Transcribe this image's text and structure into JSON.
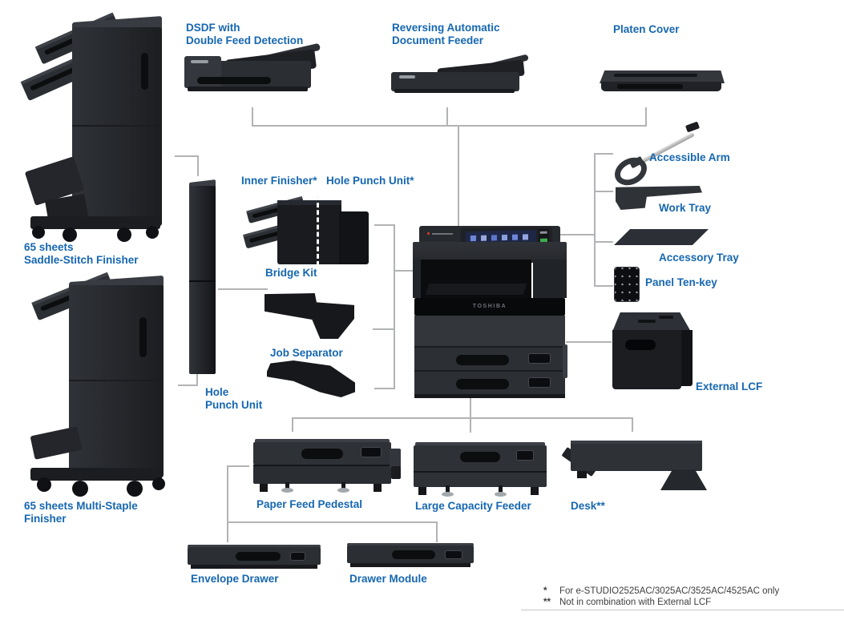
{
  "labels": {
    "dsdf": "DSDF with\nDouble Feed Detection",
    "radf": "Reversing Automatic\nDocument Feeder",
    "platen_cover": "Platen Cover",
    "saddle_stitch_finisher": "65 sheets\nSaddle-Stitch Finisher",
    "inner_finisher": "Inner Finisher*",
    "hole_punch_unit_star": "Hole Punch Unit*",
    "bridge_kit": "Bridge Kit",
    "job_separator": "Job Separator",
    "hole_punch_unit": "Hole\nPunch Unit",
    "multi_staple_finisher": "65 sheets Multi-Staple\nFinisher",
    "accessible_arm": "Accessible Arm",
    "work_tray": "Work Tray",
    "accessory_tray": "Accessory Tray",
    "panel_ten_key": "Panel Ten-key",
    "external_lcf": "External LCF",
    "paper_feed_pedestal": "Paper Feed Pedestal",
    "large_capacity_feeder": "Large Capacity Feeder",
    "desk": "Desk**",
    "envelope_drawer": "Envelope Drawer",
    "drawer_module": "Drawer Module"
  },
  "machine": {
    "brand": "TOSHIBA"
  },
  "footnotes": [
    {
      "marker": "*",
      "text": "For e-STUDIO2525AC/3025AC/3525AC/4525AC only"
    },
    {
      "marker": "**",
      "text": "Not in combination with External LCF"
    }
  ],
  "colors": {
    "label_blue": "#1667b1",
    "connector_gray": "#b1b3b5",
    "machine_dark": "#26282c",
    "footnote_text": "#3d3d3d"
  }
}
